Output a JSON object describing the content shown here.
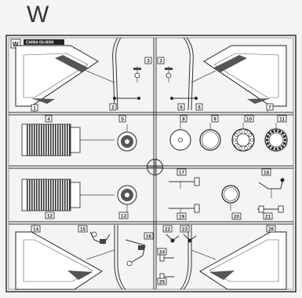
{
  "sheet_letter": "W",
  "frame_corner_letter": "W",
  "frame_tag": "CHINA 00-0000",
  "part_numbers": [
    "1",
    "2",
    "3",
    "3",
    "4",
    "5",
    "6",
    "6",
    "7",
    "8",
    "9",
    "10",
    "11",
    "12",
    "13",
    "14",
    "15",
    "16",
    "17",
    "18",
    "19",
    "20",
    "21",
    "22",
    "23",
    "24",
    "25",
    "26"
  ]
}
